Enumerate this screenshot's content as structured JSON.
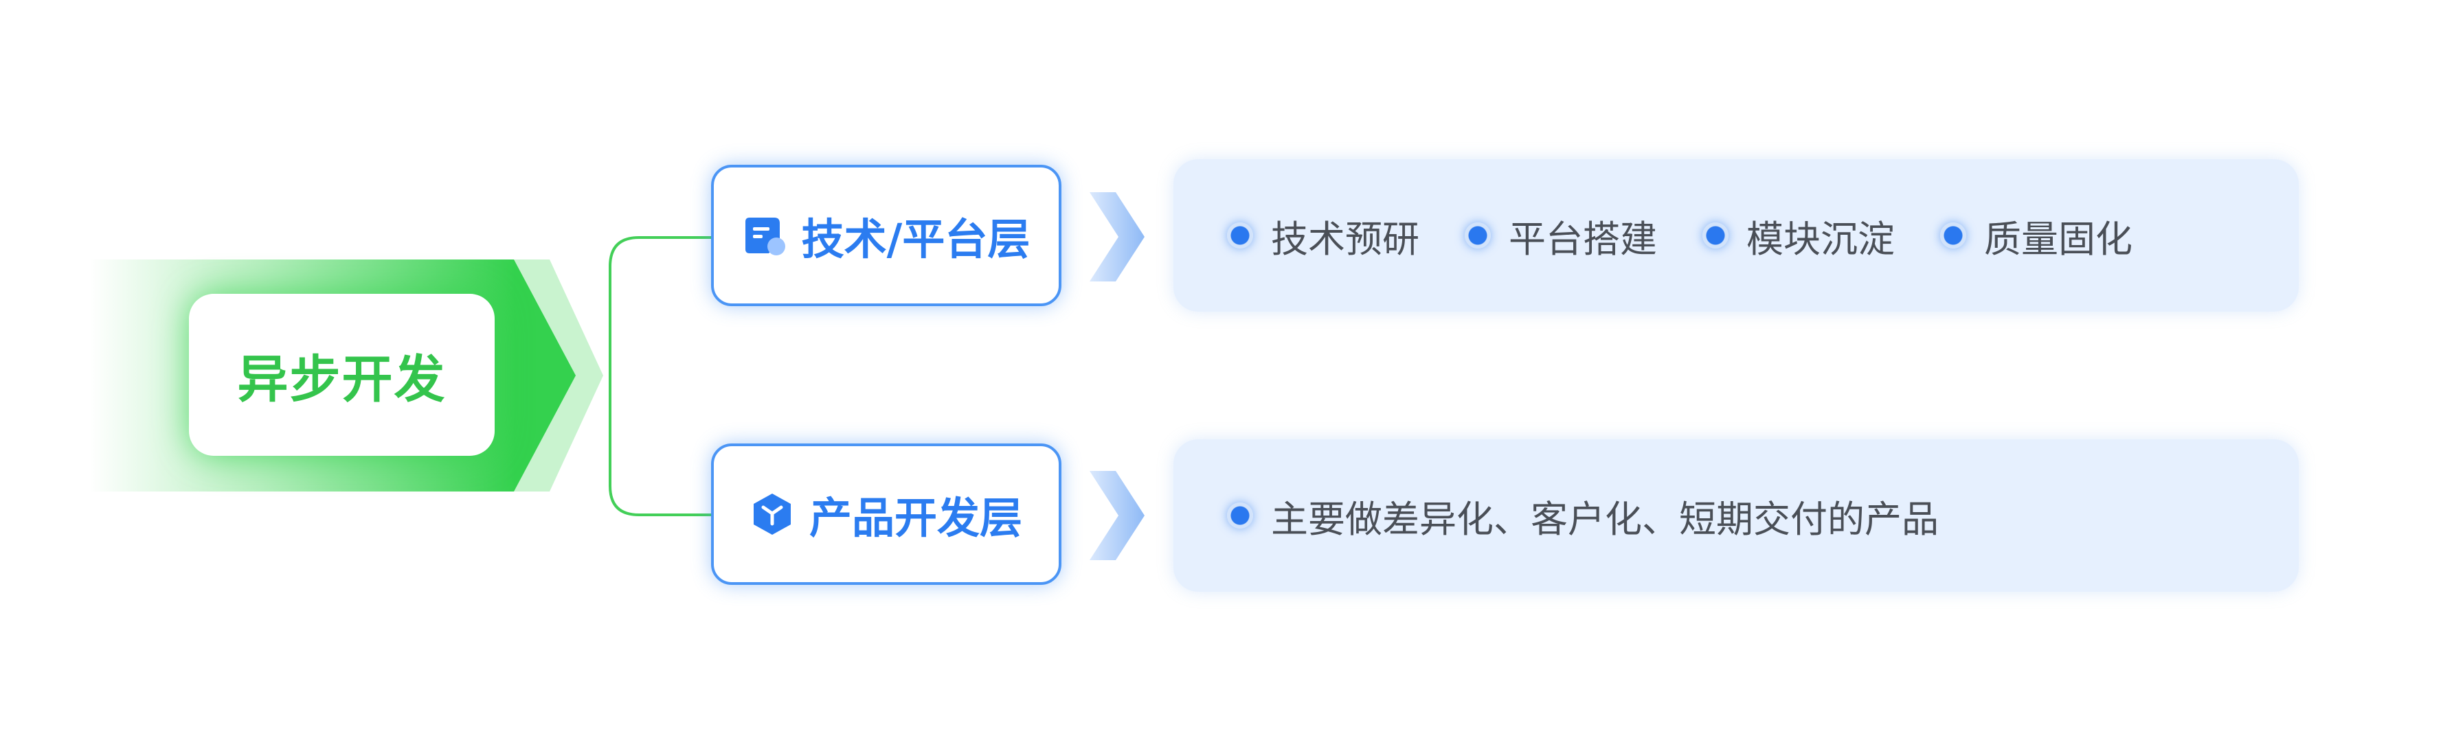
{
  "root": {
    "label": "异步开发"
  },
  "layers": [
    {
      "label": "技术/平台层",
      "icon": "document-icon",
      "items": [
        "技术预研",
        "平台搭建",
        "模块沉淀",
        "质量固化"
      ]
    },
    {
      "label": "产品开发层",
      "icon": "cube-icon",
      "items": [
        "主要做差异化、客户化、短期交付的产品"
      ]
    }
  ],
  "colors": {
    "root_green": "#34d14e",
    "root_text": "#34c44c",
    "layer_blue": "#4b95f5",
    "panel_bg": "#e6f0fe",
    "dot_blue": "#2a78ef"
  }
}
